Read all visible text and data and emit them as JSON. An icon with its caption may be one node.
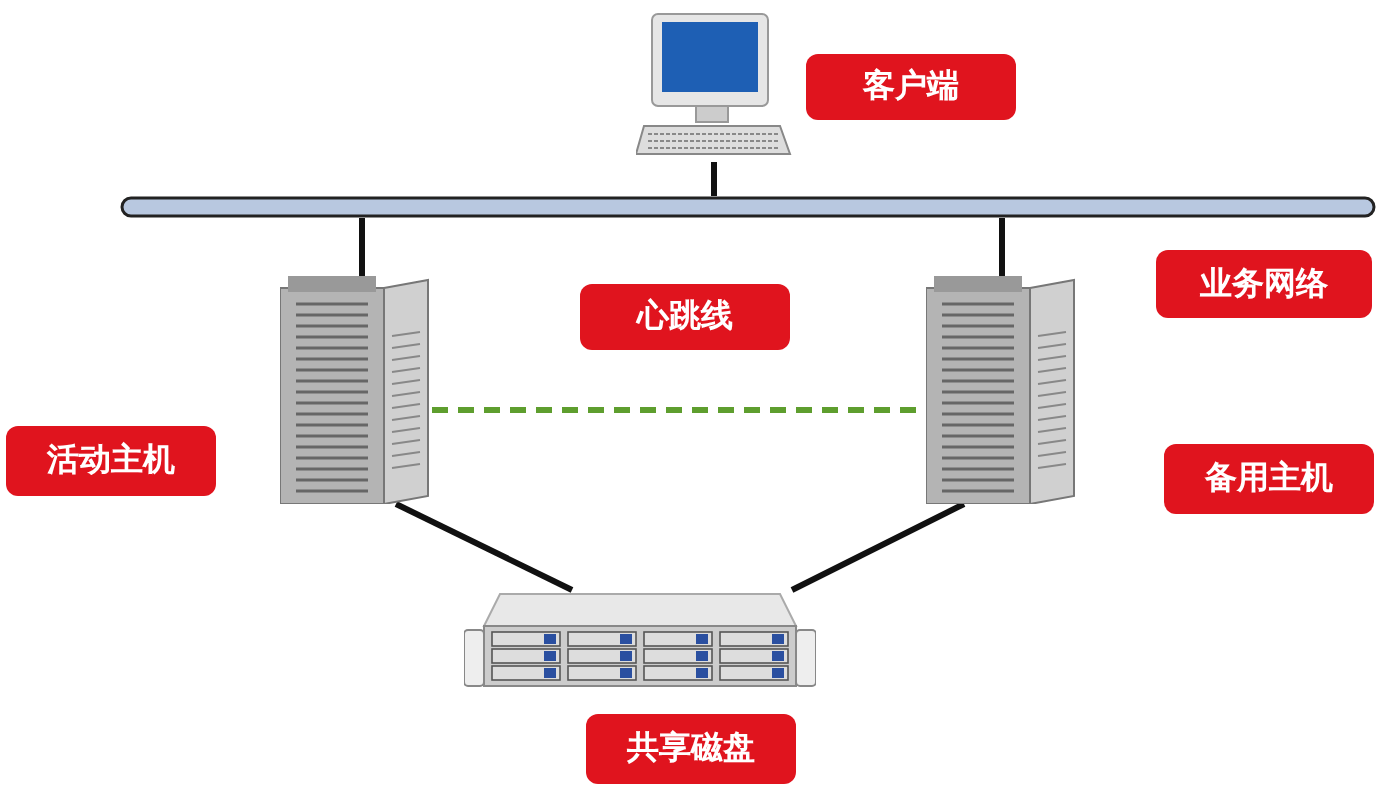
{
  "diagram": {
    "nodes": [
      {
        "text": [],
        "shape": "picture",
        "beside": [
          "客户端"
        ]
      },
      {
        "text": [],
        "shape": "bar",
        "beside": [
          "业务网络"
        ]
      },
      {
        "text": [],
        "shape": "picture",
        "beside": [
          "活动主机"
        ]
      },
      {
        "text": [],
        "shape": "picture"
      },
      {
        "text": [],
        "shape": "picture",
        "beside": [
          "共享磁盘"
        ]
      }
    ],
    "edges": [
      {
        "from": 0,
        "to": 1,
        "arrow": "none"
      },
      {
        "from": 1,
        "to": 2,
        "arrow": "none"
      },
      {
        "from": 1,
        "to": 3,
        "arrow": "none"
      },
      {
        "from": 2,
        "to": 3,
        "arrow": "none",
        "label": "心跳线",
        "style": "dashed",
        "color": "#5e9e2e"
      },
      {
        "from": 2,
        "to": 4,
        "arrow": "none"
      },
      {
        "from": 3,
        "to": 4,
        "arrow": "none"
      }
    ],
    "labels": [
      "备用主机"
    ]
  }
}
